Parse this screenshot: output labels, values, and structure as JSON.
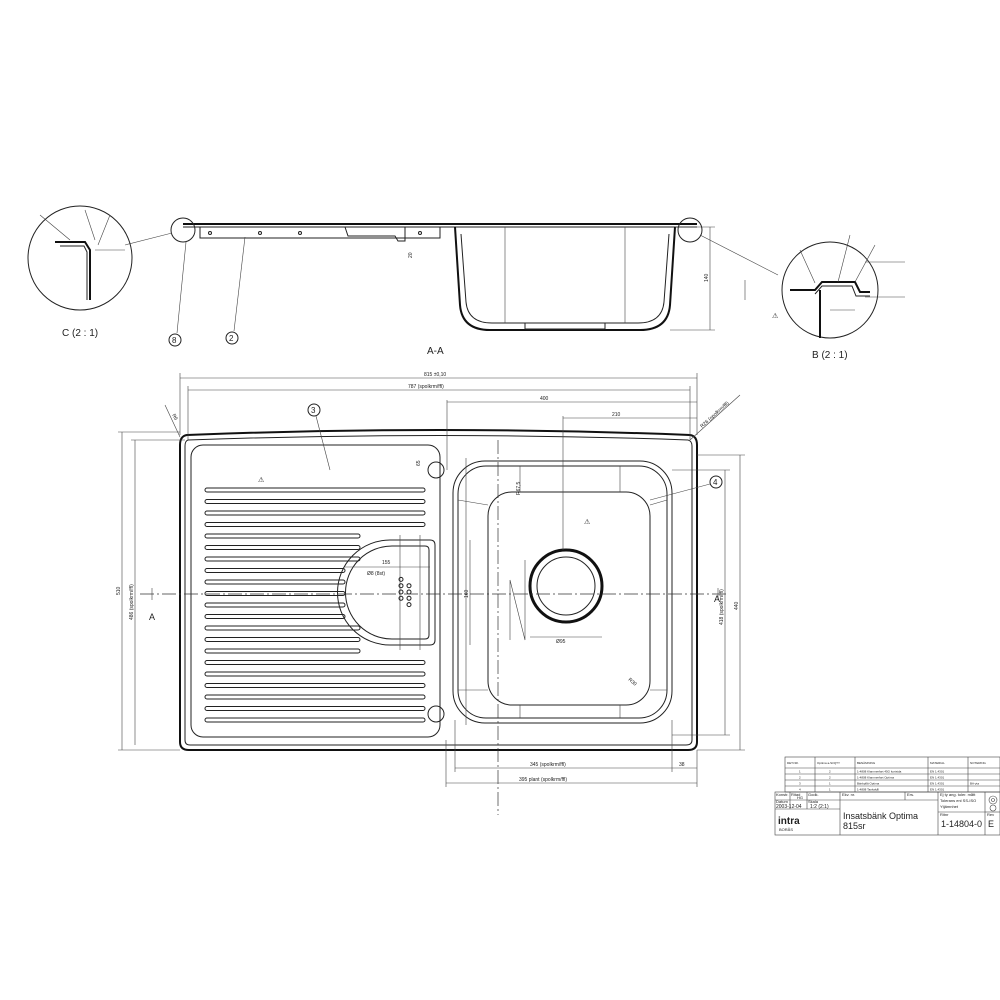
{
  "drawing": {
    "section_label": "A-A",
    "detail_c_label": "C (2 : 1)",
    "detail_b_label": "B (2 : 1)",
    "section_marker": "A",
    "balloons": [
      "8",
      "2",
      "3",
      "4"
    ],
    "dimensions": {
      "overall_width": "815 ±0,10",
      "cutout_width": "787 (spolkrm/ffl)",
      "bowl_offset": "400",
      "drain_offset": "210",
      "overall_depth": "510",
      "cutout_depth": "486 (spolkrm/ffl)",
      "bowl_inner_depth": "418 (spolkrm/ffl)",
      "bowl_depth_outer": "440",
      "bowl_width": "345 (spolkrm/ffl)",
      "edge_right": "38",
      "bowl_plant": "395 plant (spolkrm/ffl)",
      "bowl_height": "140",
      "flange_20": "20",
      "drain_diameter": "Ø95",
      "strainer_width": "155",
      "holes": "Ø8 (8st)",
      "strainer_height": "160",
      "corner_r": "R6",
      "radius_right": "R26 (spolkrm/ffl)",
      "dim_65": "65",
      "r_bowl": "R67,5",
      "r_corner_inner": "R30"
    }
  },
  "parts_table": {
    "headers": [
      "DET.NR.",
      "Optima a-St/QTY",
      "BENÄMNING",
      "MATERIAL",
      "NOTERING"
    ],
    "rows": [
      [
        "1",
        "2",
        "1-4808 Klammerfart 45G kortsida",
        "EN 1.4301",
        ""
      ],
      [
        "2",
        "2",
        "1-4808 Klammerfart Optima",
        "EN 1.4301",
        ""
      ],
      [
        "3",
        "1",
        "Bänkplåt Optima",
        "EN 1.4301",
        "BA-yta"
      ],
      [
        "4",
        "1",
        "1-4808 Tankskål",
        "EN 1.4301",
        ""
      ]
    ]
  },
  "title_block": {
    "konstr_label": "Konstr.",
    "ritad_label": "Ritad",
    "ritad_value": "HG",
    "godk_label": "Godk.",
    "ekv_label": "Ekv. nr.",
    "ers_label": "Ers.",
    "datum_label": "Datum",
    "datum_value": "2003-12-04",
    "skala_label": "Skala",
    "skala_value": "1:2 (2:1)",
    "title": "Insatsbänk Optima",
    "subtitle": "815sr",
    "company": "intra",
    "company_sub": "BORÅS",
    "tolerance_label": "Ej ty ang. toler. mått",
    "tolerance_line": "Tolerans enl SS-ISO",
    "ytjamnhet": "Ytjämnhet",
    "ritnr_label": "Ritnr",
    "drawing_number": "1-14804-0",
    "rev_label": "Rev",
    "revision": "E"
  }
}
